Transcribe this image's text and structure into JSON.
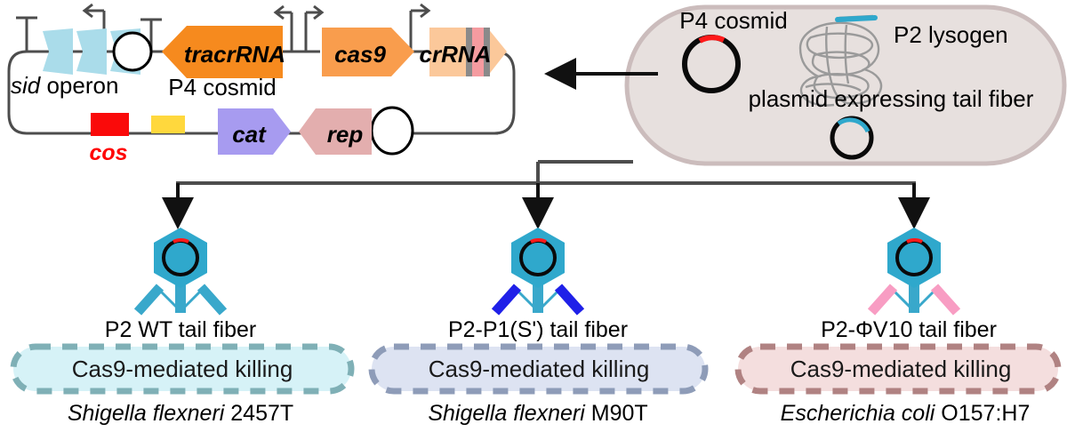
{
  "figure": {
    "title": "P4 cosmid Cas9 delivery via retargeted P2 phage",
    "colors": {
      "background": "#ffffff",
      "backbone_line": "#4d4d4d",
      "cosmid_fill": "#ffffff",
      "sid_gene": "#aadcea",
      "tracrrna": "#f68a1e",
      "cas9": "#f99d4d",
      "crrna": "#fbc89a",
      "crrna_stripe_gray": "#8a8a8a",
      "crrna_stripe_pink": "#f59ba0",
      "cos": "#fa0a0a",
      "yellow_box": "#ffd83d",
      "cat": "#a79bf0",
      "rep": "#e3aeae",
      "cell_fill": "#e7e0de",
      "cell_border": "#cbbcbc",
      "phage_teal": "#2fa8cc",
      "fiber_wt": "#39a8cb",
      "fiber_p1": "#1f20e8",
      "fiber_v10": "#f89dc3",
      "lysogen_gray": "#9a9a9a",
      "lysogen_cyan": "#2fa8cc",
      "plasmid_black": "#0a0a0a",
      "plasmid_red": "#ff1a1a",
      "plasmid_cyan": "#2fa8cc",
      "kill_box_1_fill": "#d6f2f7",
      "kill_box_1_border": "#7fb0b6",
      "kill_box_2_fill": "#dde3f2",
      "kill_box_2_border": "#8e9cb8",
      "kill_box_3_fill": "#f4dede",
      "kill_box_3_border": "#b08282"
    }
  },
  "cosmid": {
    "name": "P4 cosmid",
    "caption": "P4 cosmid",
    "sid_operon_label": "sid operon",
    "cos_label": "cos",
    "genes_top": [
      {
        "id": "sid1",
        "label": "",
        "color": "#aadcea",
        "direction": "left"
      },
      {
        "id": "sid2",
        "label": "",
        "color": "#aadcea",
        "direction": "left"
      },
      {
        "id": "sid3",
        "label": "",
        "color": "#aadcea",
        "direction": "left"
      },
      {
        "id": "tracrRNA",
        "label": "tracrRNA",
        "color": "#f68a1e",
        "direction": "left"
      },
      {
        "id": "cas9",
        "label": "cas9",
        "color": "#f99d4d",
        "direction": "right"
      },
      {
        "id": "crRNA",
        "label": "crRNA",
        "color": "#fbc89a",
        "direction": "right"
      }
    ],
    "genes_bottom": [
      {
        "id": "cos",
        "label": "",
        "color": "#fa0a0a",
        "direction": "box"
      },
      {
        "id": "yellow",
        "label": "",
        "color": "#ffd83d",
        "direction": "box"
      },
      {
        "id": "cat",
        "label": "cat",
        "color": "#a79bf0",
        "direction": "right"
      },
      {
        "id": "rep",
        "label": "rep",
        "color": "#e3aeae",
        "direction": "left"
      }
    ]
  },
  "host_cell": {
    "name": "P2 lysogen host cell",
    "p4_cosmid_label": "P4 cosmid",
    "p2_lysogen_label": "P2 lysogen",
    "plasmid_label": "plasmid expressing tail fiber"
  },
  "outcomes": [
    {
      "id": "wt",
      "fiber_label": "P2 WT tail fiber",
      "killing_label": "Cas9-mediated killing",
      "species_italic": "Shigella flexneri",
      "species_strain": "2457T",
      "fiber_color": "#39a8cb",
      "box_fill": "#d6f2f7",
      "box_border": "#7fb0b6"
    },
    {
      "id": "p1s",
      "fiber_label": "P2-P1(S') tail fiber",
      "killing_label": "Cas9-mediated killing",
      "species_italic": "Shigella flexneri",
      "species_strain": "M90T",
      "fiber_color": "#1f20e8",
      "box_fill": "#dde3f2",
      "box_border": "#8e9cb8"
    },
    {
      "id": "v10",
      "fiber_label": "P2-ΦV10 tail fiber",
      "killing_label": "Cas9-mediated killing",
      "species_italic": "Escherichia coli",
      "species_strain": "O157:H7",
      "fiber_color": "#f89dc3",
      "box_fill": "#f4dede",
      "box_border": "#b08282"
    }
  ]
}
